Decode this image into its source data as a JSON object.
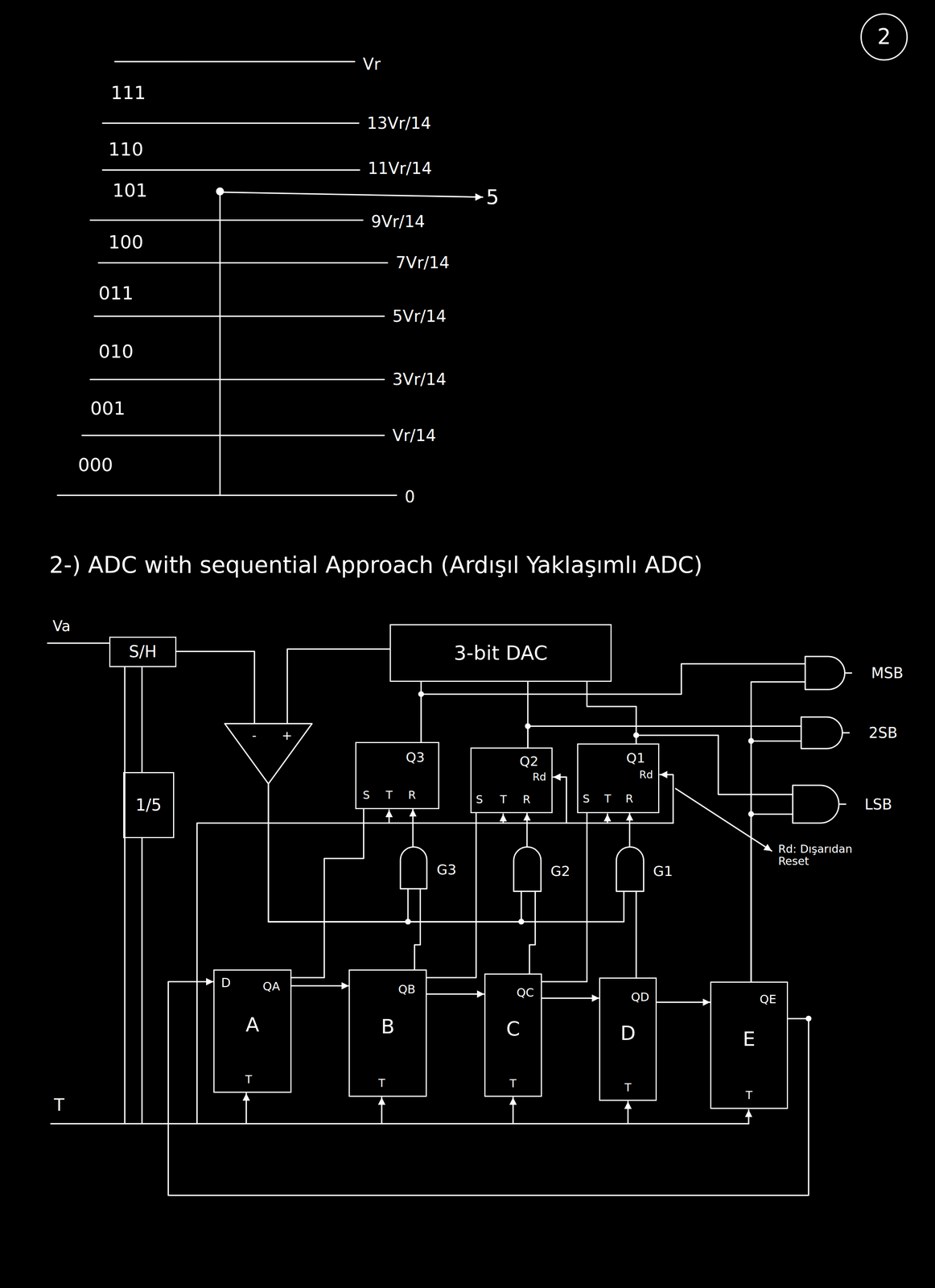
{
  "diagram": {
    "title": "2-) ADC with sequential Approach (Ardışıl Yaklaşımlı ADC)",
    "nodes": [
      {
        "text": [
          "S/H"
        ]
      },
      {
        "text": [
          "3-bit DAC"
        ]
      },
      {
        "text": [
          "-",
          "+"
        ]
      },
      {
        "text": [
          "1/5"
        ]
      },
      {
        "text": [
          "Q3",
          "S",
          "T",
          "R"
        ]
      },
      {
        "text": [
          "Q2",
          "Rd",
          "S",
          "T",
          "R"
        ]
      },
      {
        "text": [
          "Q1",
          "Rd",
          "S",
          "T",
          "R"
        ]
      },
      {
        "text": [
          "MSB"
        ]
      },
      {
        "text": [
          "2SB"
        ]
      },
      {
        "text": [
          "LSB"
        ]
      },
      {
        "text": [
          "G3"
        ]
      },
      {
        "text": [
          "G2"
        ]
      },
      {
        "text": [
          "G1"
        ]
      },
      {
        "text": [
          "D",
          "QA",
          "A",
          "T"
        ]
      },
      {
        "text": [
          "QB",
          "B",
          "T"
        ]
      },
      {
        "text": [
          "QC",
          "C",
          "T"
        ]
      },
      {
        "text": [
          "QD",
          "D",
          "T"
        ]
      },
      {
        "text": [
          "QE",
          "E",
          "T"
        ]
      }
    ],
    "edges": [
      {
        "from": 0,
        "to": 2,
        "arrow": "none"
      },
      {
        "from": 1,
        "to": 2,
        "arrow": "none"
      },
      {
        "from": 0,
        "to": 3,
        "arrow": "none"
      },
      {
        "from": 2,
        "to": 10,
        "arrow": "none"
      },
      {
        "from": 2,
        "to": 11,
        "arrow": "none"
      },
      {
        "from": 2,
        "to": 12,
        "arrow": "none"
      },
      {
        "from": 13,
        "to": 4,
        "arrow": "none"
      },
      {
        "from": 13,
        "to": 14,
        "arrow": "to"
      },
      {
        "from": 14,
        "to": 15,
        "arrow": "to"
      },
      {
        "from": 15,
        "to": 16,
        "arrow": "to"
      },
      {
        "from": 16,
        "to": 17,
        "arrow": "to"
      },
      {
        "from": 17,
        "to": 13,
        "arrow": "to"
      },
      {
        "from": 14,
        "to": 10,
        "arrow": "none"
      },
      {
        "from": 14,
        "to": 5,
        "arrow": "none"
      },
      {
        "from": 15,
        "to": 11,
        "arrow": "none"
      },
      {
        "from": 15,
        "to": 6,
        "arrow": "none"
      },
      {
        "from": 16,
        "to": 12,
        "arrow": "none"
      },
      {
        "from": 17,
        "to": 7,
        "arrow": "none"
      },
      {
        "from": 17,
        "to": 8,
        "arrow": "none"
      },
      {
        "from": 17,
        "to": 9,
        "arrow": "none"
      },
      {
        "from": 10,
        "to": 4,
        "arrow": "to"
      },
      {
        "from": 11,
        "to": 5,
        "arrow": "to"
      },
      {
        "from": 12,
        "to": 6,
        "arrow": "to"
      },
      {
        "from": 4,
        "to": 1,
        "arrow": "none"
      },
      {
        "from": 5,
        "to": 1,
        "arrow": "none"
      },
      {
        "from": 6,
        "to": 1,
        "arrow": "none"
      },
      {
        "from": 4,
        "to": 7,
        "arrow": "none"
      },
      {
        "from": 5,
        "to": 8,
        "arrow": "none"
      },
      {
        "from": 6,
        "to": 9,
        "arrow": "none"
      }
    ],
    "labels": [
      "2",
      "Vr",
      "111",
      "13Vr/14",
      "110",
      "11Vr/14",
      "101",
      "5",
      "9Vr/14",
      "100",
      "7Vr/14",
      "011",
      "5Vr/14",
      "010",
      "3Vr/14",
      "001",
      "Vr/14",
      "000",
      "0",
      "Va",
      "T",
      "Rd: Dışarıdan Reset"
    ]
  }
}
